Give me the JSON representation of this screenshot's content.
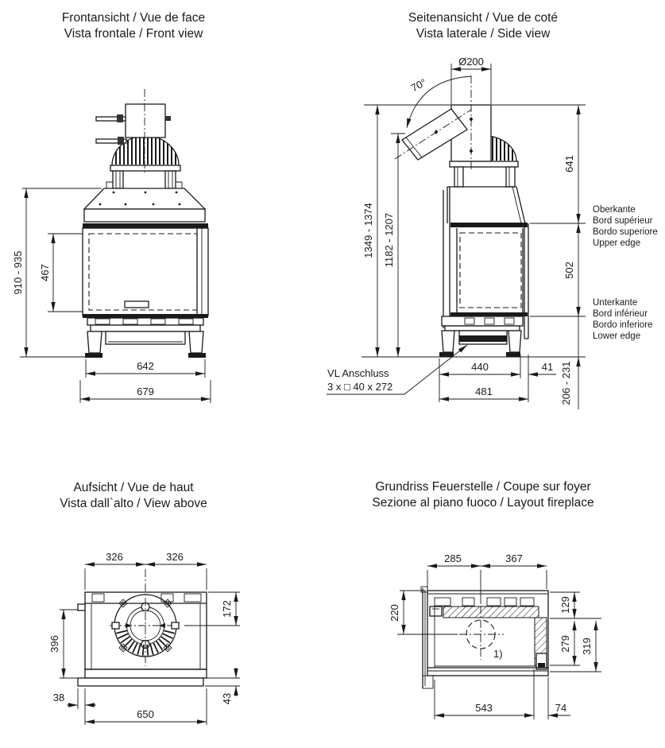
{
  "front": {
    "title1": "Frontansicht / Vue de face",
    "title2": "Vista frontale / Front view",
    "dim_total_height": "910 - 935",
    "dim_door_height": "467",
    "dim_base_width": "642",
    "dim_total_width": "679"
  },
  "side": {
    "title1": "Seitenansicht / Vue de coté",
    "title2": "Vista laterale / Side view",
    "dim_flue_diameter": "Ø200",
    "dim_flue_angle": "70°",
    "dim_flue_height": "641",
    "dim_total_height_range": "1349 - 1374",
    "dim_angled_outlet_height_range": "1182 - 1207",
    "dim_door_height": "502",
    "dim_base_depth": "440",
    "dim_rear_offset": "41",
    "dim_total_depth": "481",
    "dim_lower_edge_height": "206 - 231",
    "upper_edge_labels": [
      "Oberkante",
      "Bord supérieur",
      "Bordo superiore",
      "Upper edge"
    ],
    "lower_edge_labels": [
      "Unterkante",
      "Bord inférieur",
      "Bordo inferiore",
      "Lower edge"
    ],
    "vl_label_line1": "VL Anschluss",
    "vl_label_line2": "3 x □ 40 x 272"
  },
  "top": {
    "title1": "Aufsicht / Vue de haut",
    "title2": "Vista dall`alto / View above",
    "dim_left_half": "326",
    "dim_right_half": "326",
    "dim_flue_offset": "172",
    "dim_side_depth": "396",
    "dim_left_overhang": "38",
    "dim_overall_width": "650",
    "dim_front_overhang": "43"
  },
  "layout": {
    "title1": "Grundriss Feuerstelle / Coupe sur foyer",
    "title2": "Sezione al piano fuoco / Layout fireplace",
    "dim_left_half": "285",
    "dim_right_half": "367",
    "dim_rear_depth": "220",
    "dim_wall_depth": "129",
    "dim_firebox_depth": "279",
    "dim_inner_depth": "319",
    "dim_firebox_width": "543",
    "dim_side_wall": "74",
    "note_marker": "1)"
  }
}
